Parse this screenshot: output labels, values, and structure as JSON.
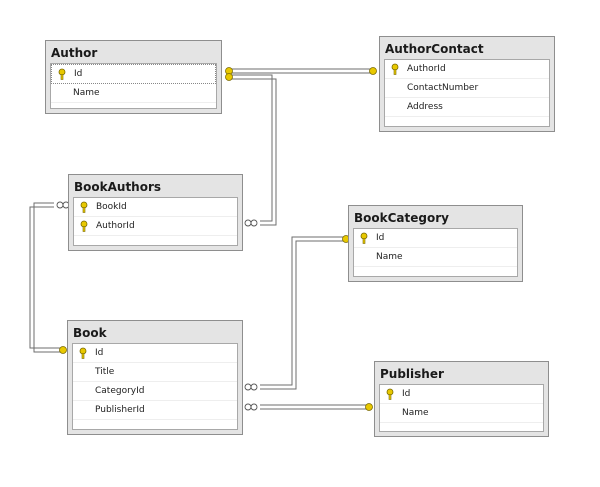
{
  "tables": [
    {
      "id": "author",
      "title": "Author",
      "columns": [
        {
          "name": "Id",
          "key": true
        },
        {
          "name": "Name",
          "key": false
        }
      ]
    },
    {
      "id": "authorcontact",
      "title": "AuthorContact",
      "columns": [
        {
          "name": "AuthorId",
          "key": true
        },
        {
          "name": "ContactNumber",
          "key": false
        },
        {
          "name": "Address",
          "key": false
        }
      ]
    },
    {
      "id": "bookauthors",
      "title": "BookAuthors",
      "columns": [
        {
          "name": "BookId",
          "key": true
        },
        {
          "name": "AuthorId",
          "key": true
        }
      ]
    },
    {
      "id": "bookcategory",
      "title": "BookCategory",
      "columns": [
        {
          "name": "Id",
          "key": true
        },
        {
          "name": "Name",
          "key": false
        }
      ]
    },
    {
      "id": "book",
      "title": "Book",
      "columns": [
        {
          "name": "Id",
          "key": true
        },
        {
          "name": "Title",
          "key": false
        },
        {
          "name": "CategoryId",
          "key": false
        },
        {
          "name": "PublisherId",
          "key": false
        }
      ]
    },
    {
      "id": "publisher",
      "title": "Publisher",
      "columns": [
        {
          "name": "Id",
          "key": true
        },
        {
          "name": "Name",
          "key": false
        }
      ]
    }
  ],
  "colors": {
    "key": "#e8c800",
    "line": "#6e6e6e",
    "header": "#e4e4e4"
  },
  "icons": {
    "key": "key-icon",
    "one": "one-end-key-icon",
    "many": "many-end-infinity-icon"
  }
}
